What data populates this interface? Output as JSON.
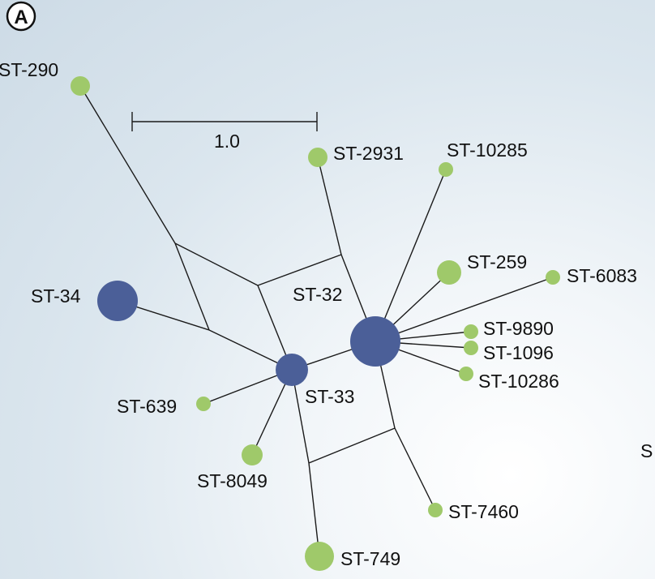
{
  "panel_label": "A",
  "scale_bar": {
    "label": "1.0"
  },
  "nodes": [
    {
      "id": "ST-290",
      "label": "ST-290",
      "color": "green"
    },
    {
      "id": "ST-2931",
      "label": "ST-2931",
      "color": "green"
    },
    {
      "id": "ST-10285",
      "label": "ST-10285",
      "color": "green"
    },
    {
      "id": "ST-259",
      "label": "ST-259",
      "color": "green"
    },
    {
      "id": "ST-6083",
      "label": "ST-6083",
      "color": "green"
    },
    {
      "id": "ST-34",
      "label": "ST-34",
      "color": "blue"
    },
    {
      "id": "ST-32",
      "label": "ST-32",
      "color": "blue"
    },
    {
      "id": "ST-9890",
      "label": "ST-9890",
      "color": "green"
    },
    {
      "id": "ST-1096",
      "label": "ST-1096",
      "color": "green"
    },
    {
      "id": "ST-10286",
      "label": "ST-10286",
      "color": "green"
    },
    {
      "id": "ST-33",
      "label": "ST-33",
      "color": "blue"
    },
    {
      "id": "ST-639",
      "label": "ST-639",
      "color": "green"
    },
    {
      "id": "ST-8049",
      "label": "ST-8049",
      "color": "green"
    },
    {
      "id": "ST-7460",
      "label": "ST-7460",
      "color": "green"
    },
    {
      "id": "ST-749",
      "label": "ST-749",
      "color": "green"
    }
  ],
  "cut_off_label": "S",
  "colors": {
    "blue": "#4b5f98",
    "green": "#9fc96a",
    "edge": "#1a1a1a"
  }
}
